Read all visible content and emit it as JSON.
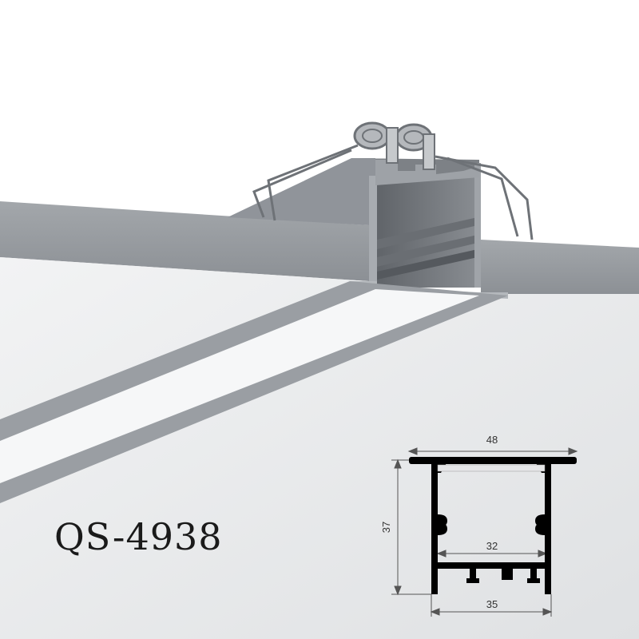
{
  "product": {
    "model": "QS-4938"
  },
  "dimensions": {
    "top_width": "48",
    "height": "37",
    "inner_width": "32",
    "bottom_width": "35"
  },
  "colors": {
    "ceiling_face": "#e9eaec",
    "ceiling_edge": "#9a9ea3",
    "profile_gray": "#8e9297",
    "diffuser": "#f4f5f6",
    "section_black": "#000000"
  }
}
